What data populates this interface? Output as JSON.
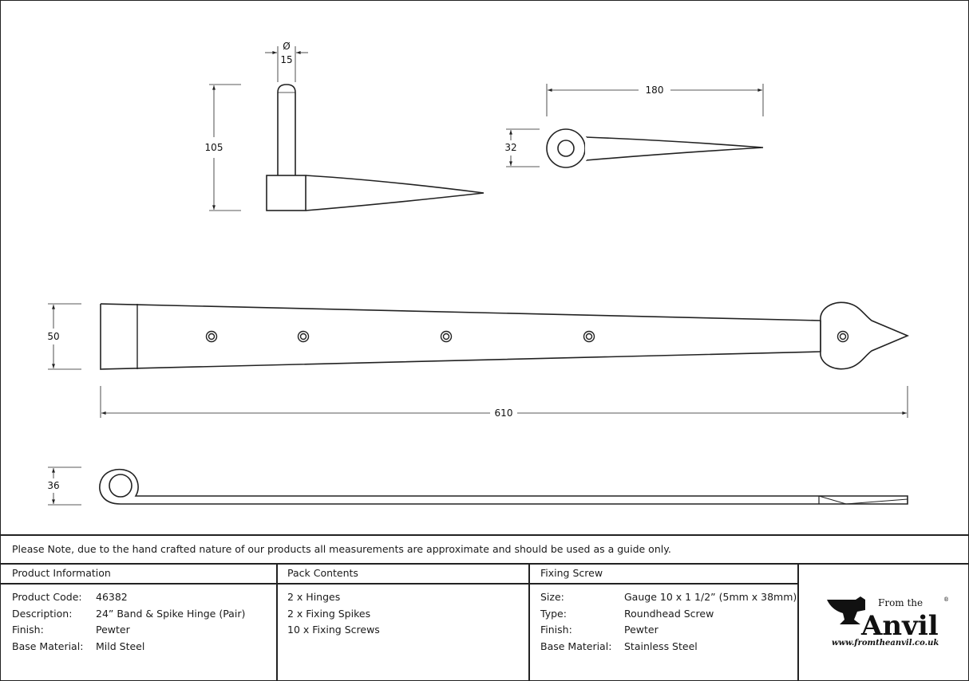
{
  "dimensions": {
    "pin_diameter_symbol": "Ø",
    "pin_diameter": "15",
    "pin_height": "105",
    "spike_length": "180",
    "spike_eye_height": "32",
    "strap_width": "50",
    "strap_length": "610",
    "side_height": "36"
  },
  "note": "Please Note, due to the hand crafted nature of our products all measurements are approximate and should be used as a guide only.",
  "product_info": {
    "heading": "Product Information",
    "rows": [
      {
        "label": "Product Code:",
        "value": "46382"
      },
      {
        "label": "Description:",
        "value": "24” Band & Spike Hinge (Pair)"
      },
      {
        "label": "Finish:",
        "value": "Pewter"
      },
      {
        "label": "Base Material:",
        "value": "Mild Steel"
      }
    ]
  },
  "pack_contents": {
    "heading": "Pack Contents",
    "items": [
      "2 x Hinges",
      "2 x Fixing Spikes",
      "10 x Fixing Screws"
    ]
  },
  "fixing_screw": {
    "heading": "Fixing Screw",
    "rows": [
      {
        "label": "Size:",
        "value": "Gauge 10 x 1 1/2” (5mm x 38mm)"
      },
      {
        "label": "Type:",
        "value": "Roundhead Screw"
      },
      {
        "label": "Finish:",
        "value": "Pewter"
      },
      {
        "label": "Base Material:",
        "value": "Stainless Steel"
      }
    ]
  },
  "logo": {
    "from_the": "From the",
    "brand": "Anvil",
    "registered": "®",
    "url": "www.fromtheanvil.co.uk"
  }
}
